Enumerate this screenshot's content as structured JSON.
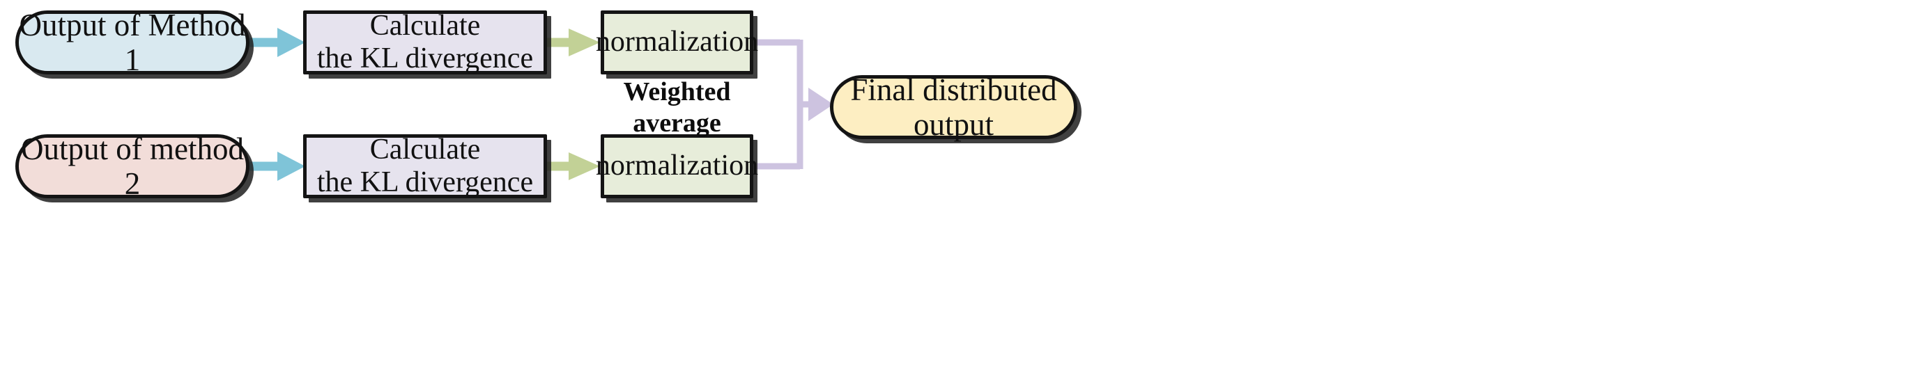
{
  "diagram": {
    "title": "Weighted average fusion of two method outputs via KL divergence",
    "nodes": {
      "method1": {
        "label": "Output of Method 1",
        "shape": "rounded-pill",
        "fill": "#d9e9f0"
      },
      "method2": {
        "label": "Output of method 2",
        "shape": "rounded-pill",
        "fill": "#f2ddd9"
      },
      "kl1": {
        "label": "Calculate\nthe KL divergence",
        "shape": "rectangle",
        "fill": "#e6e3ee"
      },
      "kl2": {
        "label": "Calculate\nthe KL divergence",
        "shape": "rectangle",
        "fill": "#e6e3ee"
      },
      "norm1": {
        "label": "normalization",
        "shape": "rectangle",
        "fill": "#e7edda"
      },
      "norm2": {
        "label": "normalization",
        "shape": "rectangle",
        "fill": "#e7edda"
      },
      "final": {
        "label": "Final distributed output",
        "shape": "rounded-pill",
        "fill": "#fdeec2"
      }
    },
    "annotations": {
      "weighted_average": "Weighted\naverage"
    },
    "edges": [
      {
        "name": "method1-to-kl1",
        "from": "method1",
        "to": "kl1",
        "color": "#7fc4d8",
        "arrow": "right"
      },
      {
        "name": "method2-to-kl2",
        "from": "method2",
        "to": "kl2",
        "color": "#7fc4d8",
        "arrow": "right"
      },
      {
        "name": "kl1-to-norm1",
        "from": "kl1",
        "to": "norm1",
        "color": "#c2d196",
        "arrow": "right"
      },
      {
        "name": "kl2-to-norm2",
        "from": "kl2",
        "to": "norm2",
        "color": "#c2d196",
        "arrow": "right"
      },
      {
        "name": "norm1-to-final",
        "from": "norm1",
        "to": "final",
        "color": "#cdc3e0",
        "arrow": "right"
      },
      {
        "name": "norm2-to-final",
        "from": "norm2",
        "to": "final",
        "color": "#cdc3e0",
        "arrow": "right"
      }
    ],
    "colors": {
      "outline": "#141414",
      "arrow_cyan": "#7fc4d8",
      "arrow_green": "#c2d196",
      "arrow_purple": "#cdc3e0",
      "background": "#ffffff"
    }
  }
}
